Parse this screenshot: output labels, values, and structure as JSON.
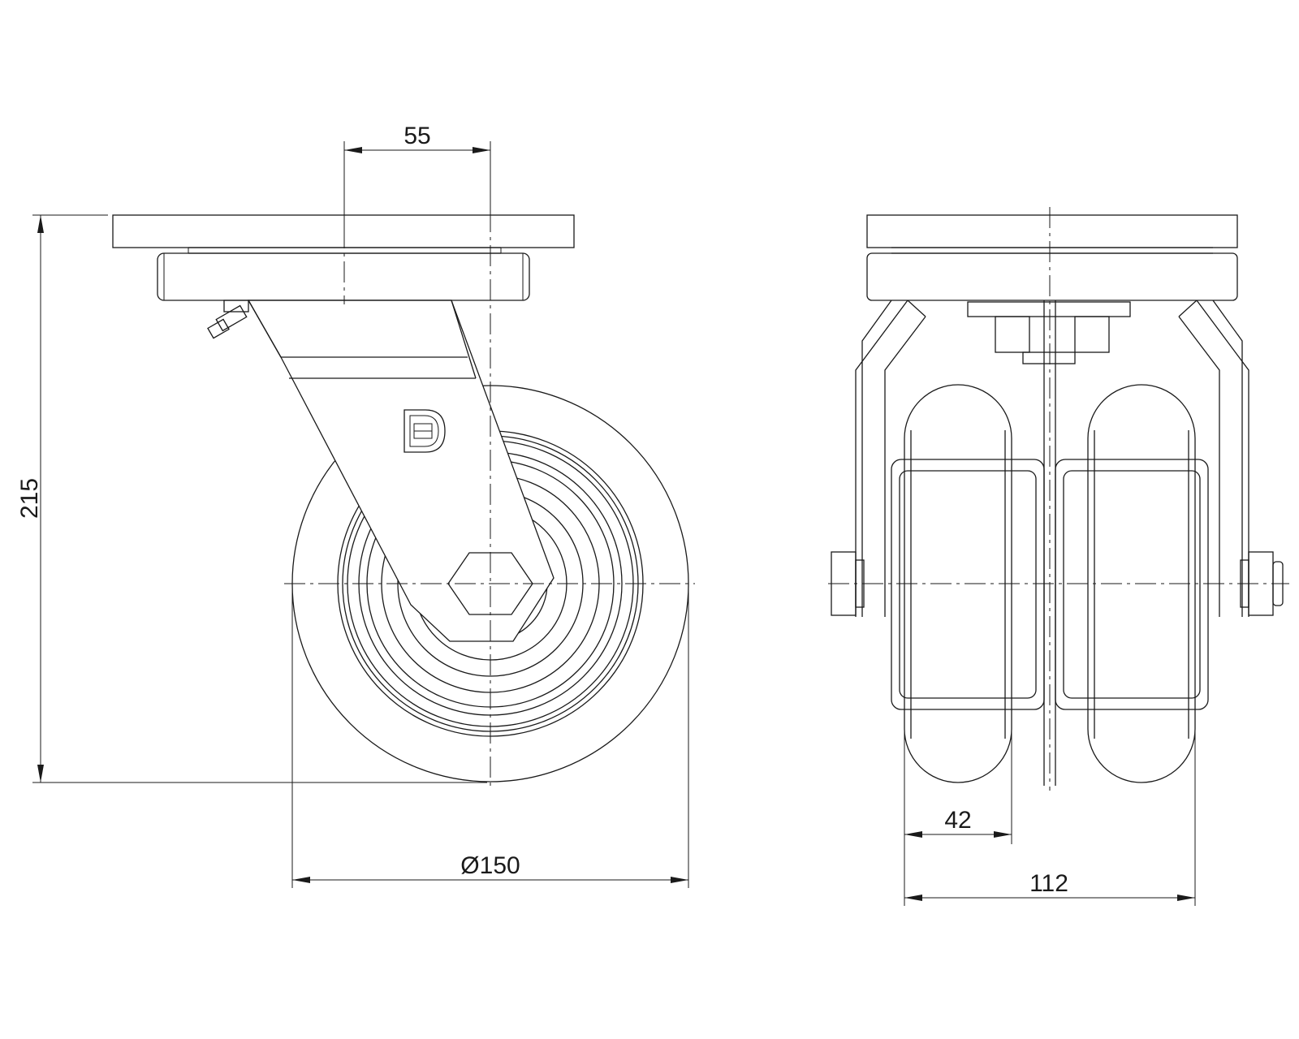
{
  "colors": {
    "line": "#1a1a1a",
    "background": "#ffffff"
  },
  "front_view": {
    "offset_label": "55",
    "height_label": "215",
    "diameter_label": "Ø150",
    "logo_icon": "d-logo-icon"
  },
  "side_view": {
    "wheel_width_label": "42",
    "overall_width_label": "112"
  }
}
